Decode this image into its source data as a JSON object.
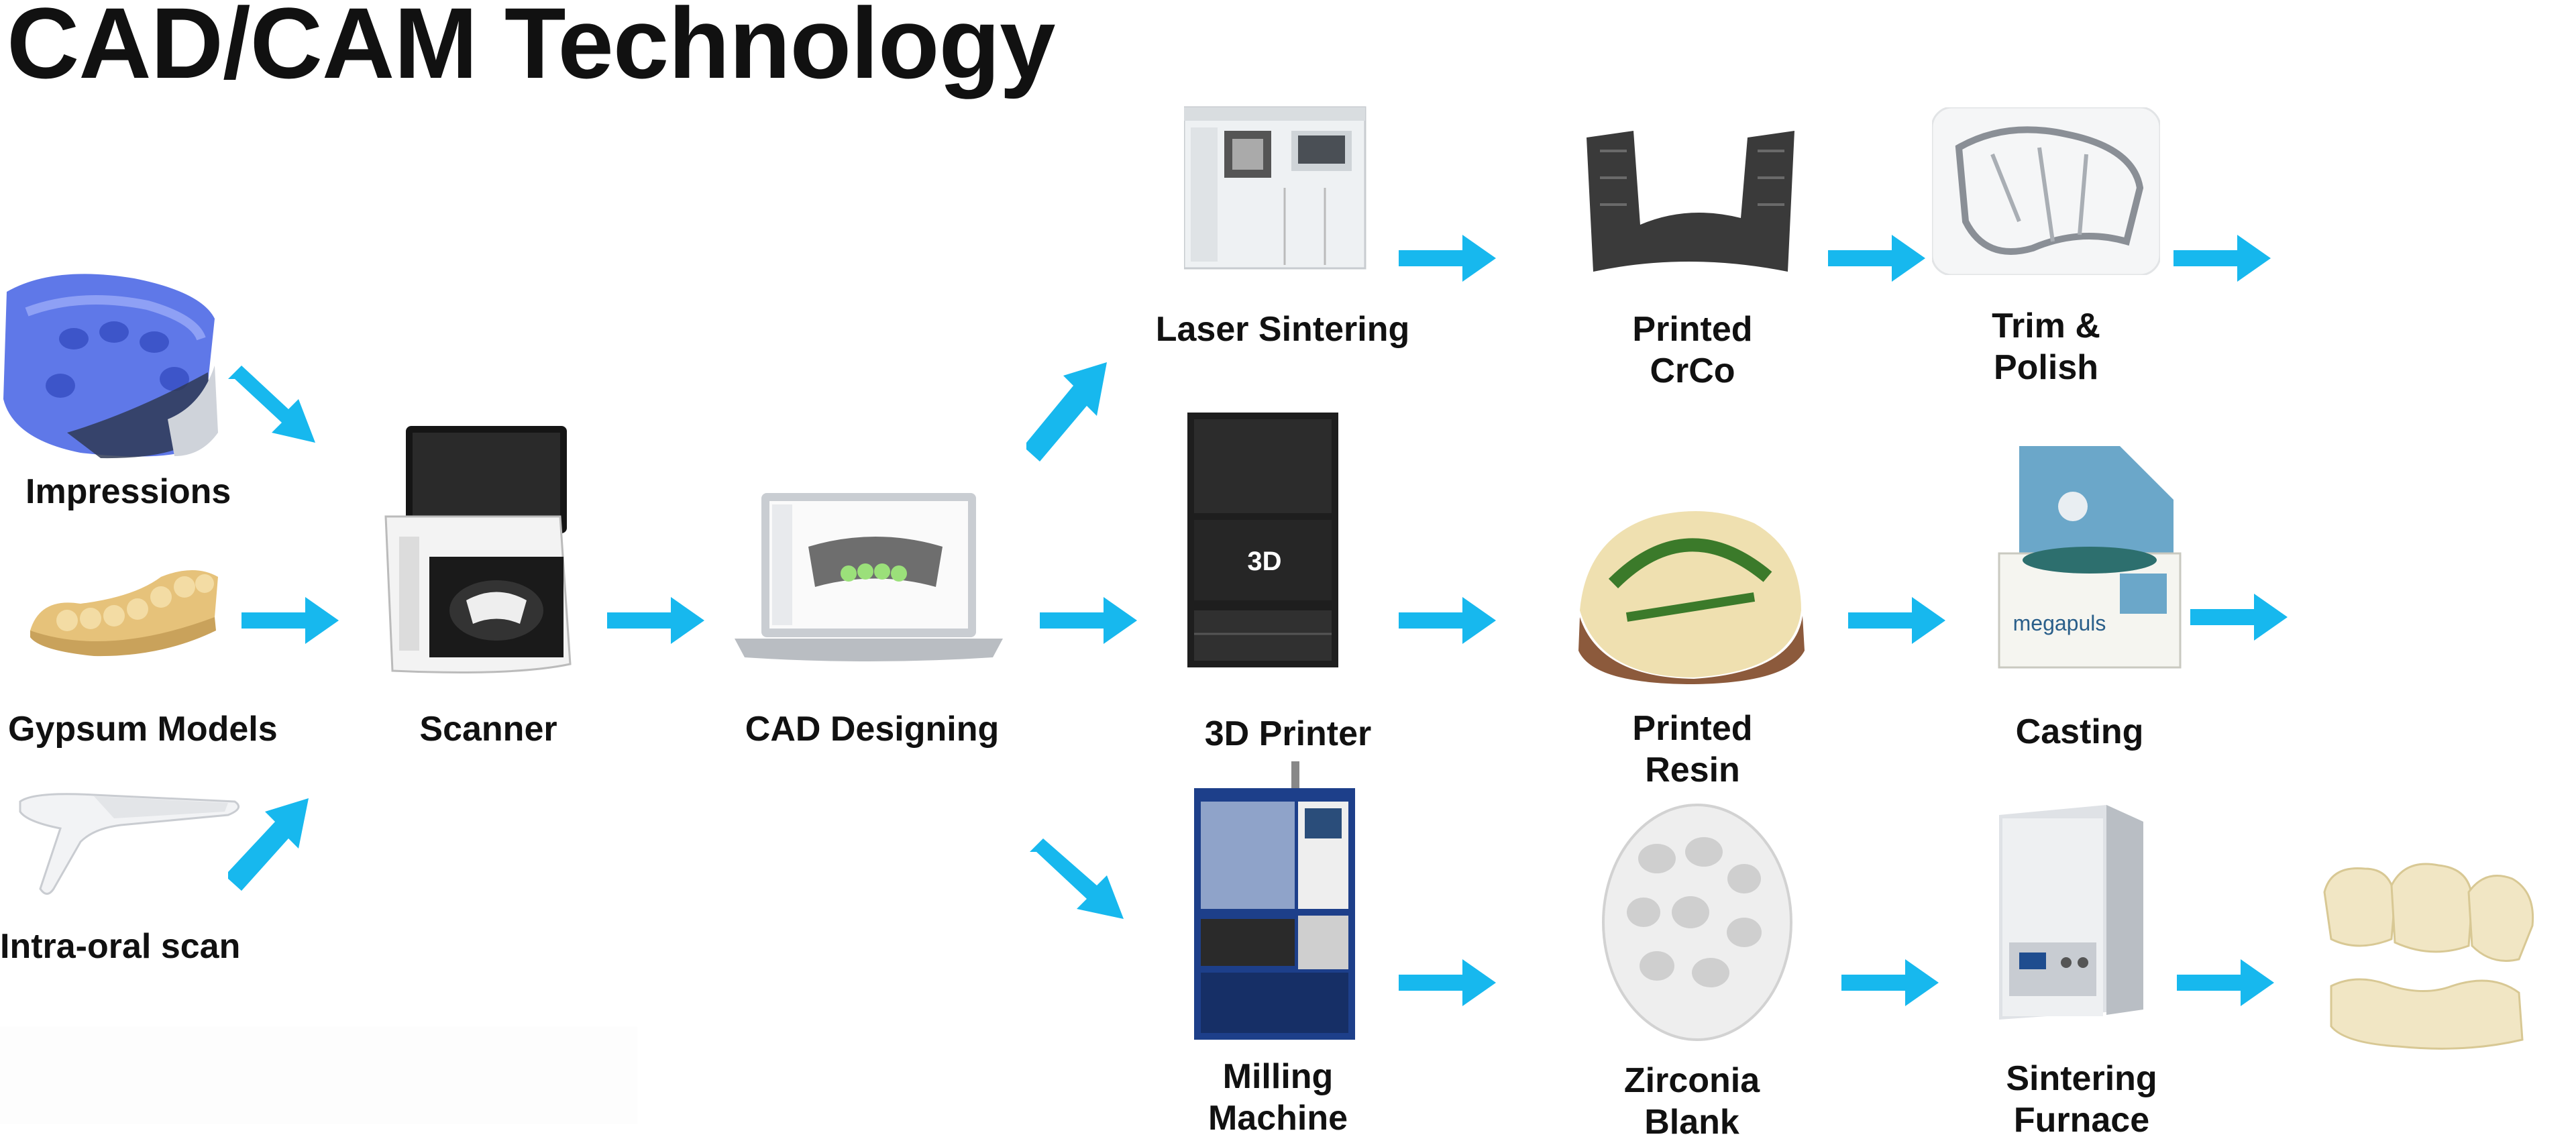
{
  "title": "CAD/CAM Technology",
  "colors": {
    "arrow": "#17b8ee",
    "impression": "#5f78e8",
    "gypsum": "#e6c27a",
    "resin": "#efe0b0",
    "laptop": "#c9cdd2"
  },
  "inputs": {
    "impressions": "Impressions",
    "gypsum": "Gypsum Models",
    "intraoral": "Intra-oral scan"
  },
  "scanner": "Scanner",
  "cad": "CAD Designing",
  "laser_row": {
    "machine": "Laser Sintering",
    "printed_1": "Printed",
    "printed_2": "CrCo",
    "trim_1": "Trim &",
    "trim_2": "Polish"
  },
  "printer_row": {
    "machine": "3D Printer",
    "printed_1": "Printed",
    "printed_2": "Resin",
    "casting": "Casting",
    "printer_badge": "3D",
    "casting_brand": "megapuls"
  },
  "milling_row": {
    "machine_1": "Milling",
    "machine_2": "Machine",
    "blank_1": "Zirconia",
    "blank_2": "Blank",
    "furnace_1": "Sintering",
    "furnace_2": "Furnace"
  },
  "icons": [
    "impression-tray-image",
    "gypsum-model-image",
    "intraoral-scanner-image",
    "desktop-scanner-image",
    "laptop-cad-image",
    "laser-sintering-machine-image",
    "printed-crco-framework-image",
    "polished-framework-image",
    "3d-printer-image",
    "printed-resin-model-image",
    "casting-machine-image",
    "milling-machine-image",
    "zirconia-blank-image",
    "sintering-furnace-image",
    "zirconia-bridge-image"
  ]
}
